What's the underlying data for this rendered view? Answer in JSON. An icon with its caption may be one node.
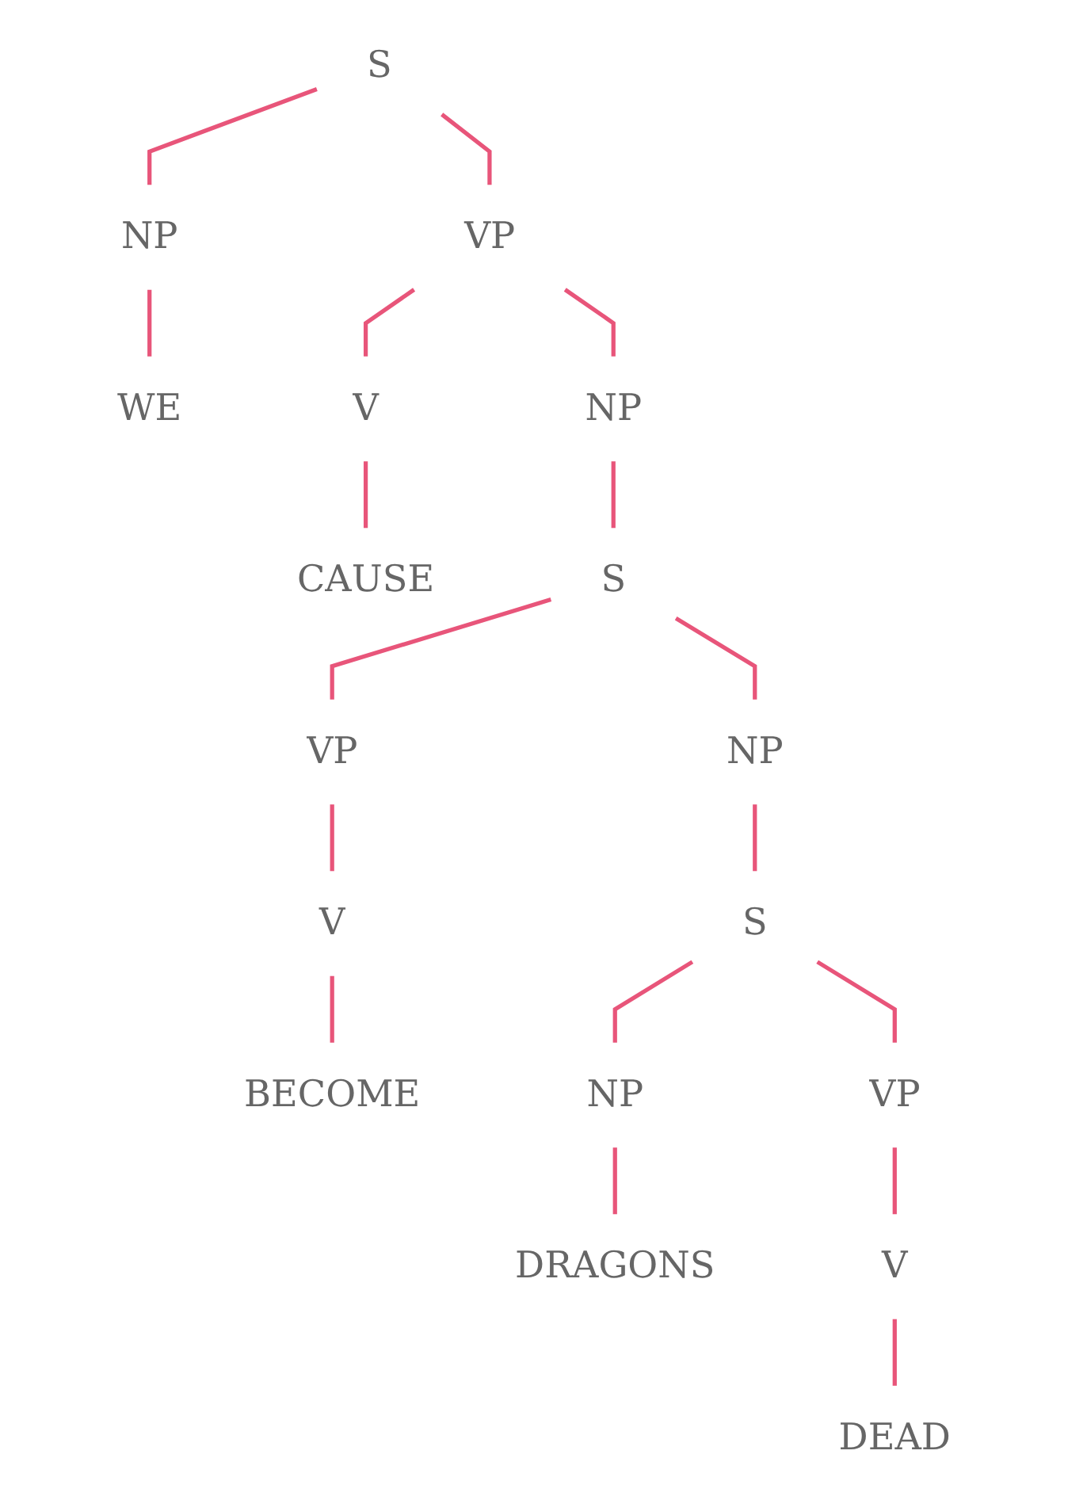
{
  "diagram": {
    "nodes": [
      {
        "text": [
          "S"
        ]
      },
      {
        "text": [
          "NP"
        ]
      },
      {
        "text": [
          "VP"
        ]
      },
      {
        "text": [
          "WE"
        ]
      },
      {
        "text": [
          "V"
        ]
      },
      {
        "text": [
          "NP"
        ]
      },
      {
        "text": [
          "CAUSE"
        ]
      },
      {
        "text": [
          "S"
        ]
      },
      {
        "text": [
          "NP"
        ]
      },
      {
        "text": [
          "VP"
        ]
      },
      {
        "text": [
          "S"
        ]
      },
      {
        "text": [
          "V"
        ]
      },
      {
        "text": [
          "BECOME"
        ]
      },
      {
        "text": [
          "NP"
        ]
      },
      {
        "text": [
          "VP"
        ]
      },
      {
        "text": [
          "DRAGONS"
        ]
      },
      {
        "text": [
          "V"
        ]
      },
      {
        "text": [
          "DEAD"
        ]
      }
    ],
    "edges": [
      {
        "from": 0,
        "to": 1,
        "arrow": "none"
      },
      {
        "from": 0,
        "to": 2,
        "arrow": "none"
      },
      {
        "from": 1,
        "to": 3,
        "arrow": "none"
      },
      {
        "from": 2,
        "to": 4,
        "arrow": "none"
      },
      {
        "from": 2,
        "to": 5,
        "arrow": "none"
      },
      {
        "from": 4,
        "to": 6,
        "arrow": "none"
      },
      {
        "from": 5,
        "to": 7,
        "arrow": "none"
      },
      {
        "from": 7,
        "to": 8,
        "arrow": "none"
      },
      {
        "from": 7,
        "to": 9,
        "arrow": "none"
      },
      {
        "from": 8,
        "to": 10,
        "arrow": "none"
      },
      {
        "from": 9,
        "to": 11,
        "arrow": "none"
      },
      {
        "from": 11,
        "to": 12,
        "arrow": "none"
      },
      {
        "from": 10,
        "to": 13,
        "arrow": "none"
      },
      {
        "from": 10,
        "to": 14,
        "arrow": "none"
      },
      {
        "from": 13,
        "to": 15,
        "arrow": "none"
      },
      {
        "from": 14,
        "to": 16,
        "arrow": "none"
      },
      {
        "from": 16,
        "to": 17,
        "arrow": "none"
      }
    ]
  }
}
